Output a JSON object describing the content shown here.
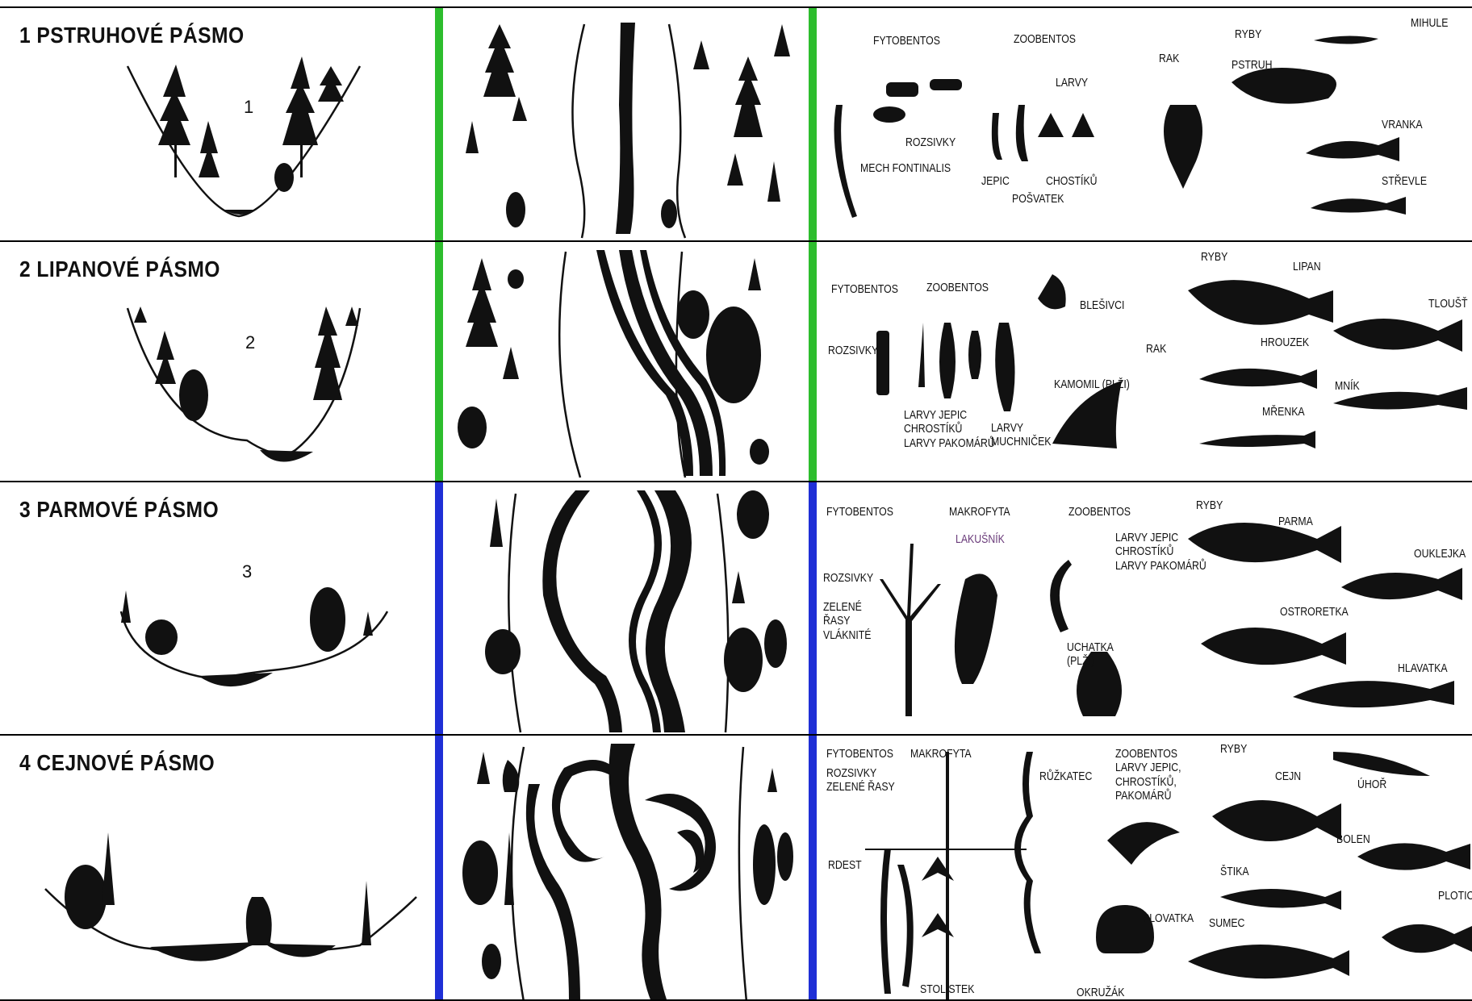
{
  "colors": {
    "trout_grayling_divider": "#2dbd2d",
    "barbel_bream_divider": "#1f2fd6",
    "ink": "#111111"
  },
  "zones": [
    {
      "title": "1  PSTRUHOVÉ  PÁSMO",
      "profile_number": "1",
      "labels": {
        "fytobentos": "FYTOBENTOS",
        "zoobentos": "ZOOBENTOS",
        "larvy": "LARVY",
        "rozsivky": "ROZSIVKY",
        "mech": "MECH FONTINALIS",
        "jepic": "JEPIC",
        "chostiku": "CHOSTÍKŮ",
        "posvatek": "POŠVATEK",
        "rak": "RAK",
        "ryby": "RYBY",
        "mihule": "MIHULE",
        "pstruh": "PSTRUH",
        "vranka": "VRANKA",
        "strevle": "STŘEVLE"
      }
    },
    {
      "title": "2  LIPANOVÉ  PÁSMO",
      "profile_number": "2",
      "labels": {
        "fytobentos": "FYTOBENTOS",
        "zoobentos": "ZOOBENTOS",
        "blesivci": "BLEŠIVCI",
        "rozsivky": "ROZSIVKY",
        "larvy_jepic": "LARVY JEPIC\nCHROSTÍKŮ\nLARVY PAKOMÁRŮ",
        "larvy_muchnicek": "LARVY\nMUCHNIČEK",
        "rak": "RAK",
        "kamomil": "KAMOMIL (PLŽI)",
        "ryby": "RYBY",
        "lipan": "LIPAN",
        "tloust": "TLOUŠŤ",
        "hrouzek": "HROUZEK",
        "mnik": "MNÍK",
        "mrenka": "MŘENKA"
      }
    },
    {
      "title": "3  PARMOVÉ  PÁSMO",
      "profile_number": "3",
      "labels": {
        "fytobentos": "FYTOBENTOS",
        "makrofyta": "MAKROFYTA",
        "lakusnik": "LAKUŠNÍK",
        "zoobentos": "ZOOBENTOS",
        "larvy_jepic": "LARVY JEPIC\nCHROSTÍKŮ\nLARVY PAKOMÁRŮ",
        "rozsivky": "ROZSIVKY",
        "zelene_rasy": "ZELENÉ\nŘASY\nVLÁKNITÉ",
        "uchatka": "UCHATKA\n(PLŽI)",
        "ryby": "RYBY",
        "parma": "PARMA",
        "ouklejka": "OUKLEJKA",
        "ostroretka": "OSTRORETKA",
        "hlavatka": "HLAVATKA"
      }
    },
    {
      "title": "4  CEJNOVÉ  PÁSMO",
      "labels": {
        "fytobentos": "FYTOBENTOS",
        "makrofyta": "MAKROFYTA",
        "rozsivky": "ROZSIVKY\nZELENÉ ŘASY",
        "ruzkatec": "RŮŽKATEC",
        "zoobentos": "ZOOBENTOS\nLARVY JEPIC,\nCHROSTÍKŮ,\nPAKOMÁRŮ",
        "rdest": "RDEST",
        "stolistek": "STOLÍSTEK",
        "plovatka": "PLOVATKA",
        "okruzak": "OKRUŽÁK",
        "ryby": "RYBY",
        "cejn": "CEJN",
        "uhor": "ÚHOŘ",
        "bolen": "BOLEN",
        "stika": "ŠTIKA",
        "sumec": "SUMEC",
        "plotice": "PLOTICE"
      }
    }
  ]
}
